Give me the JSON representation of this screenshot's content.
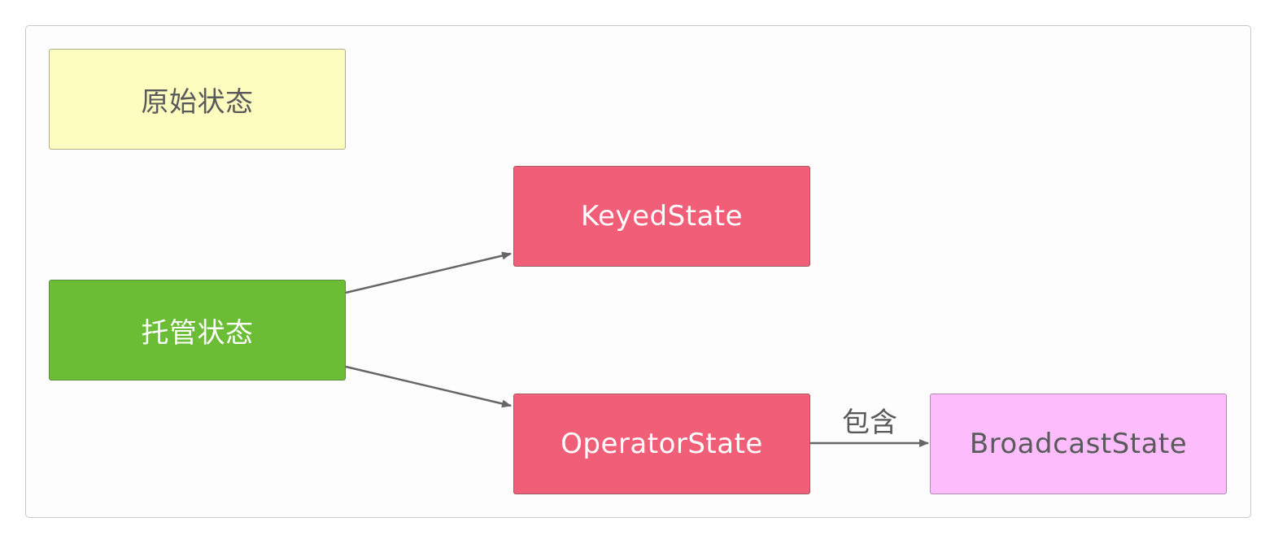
{
  "nodes": {
    "raw_state": "原始状态",
    "managed_state": "托管状态",
    "keyed_state": "KeyedState",
    "operator_state": "OperatorState",
    "broadcast_state": "BroadcastState"
  },
  "edges": {
    "contains_label": "包含"
  },
  "colors": {
    "raw_state": "#fdfdc0",
    "managed_state": "#6abd35",
    "keyed_state": "#f05f77",
    "operator_state": "#f05f77",
    "broadcast_state": "#fdbdfd",
    "edge": "#666666"
  }
}
